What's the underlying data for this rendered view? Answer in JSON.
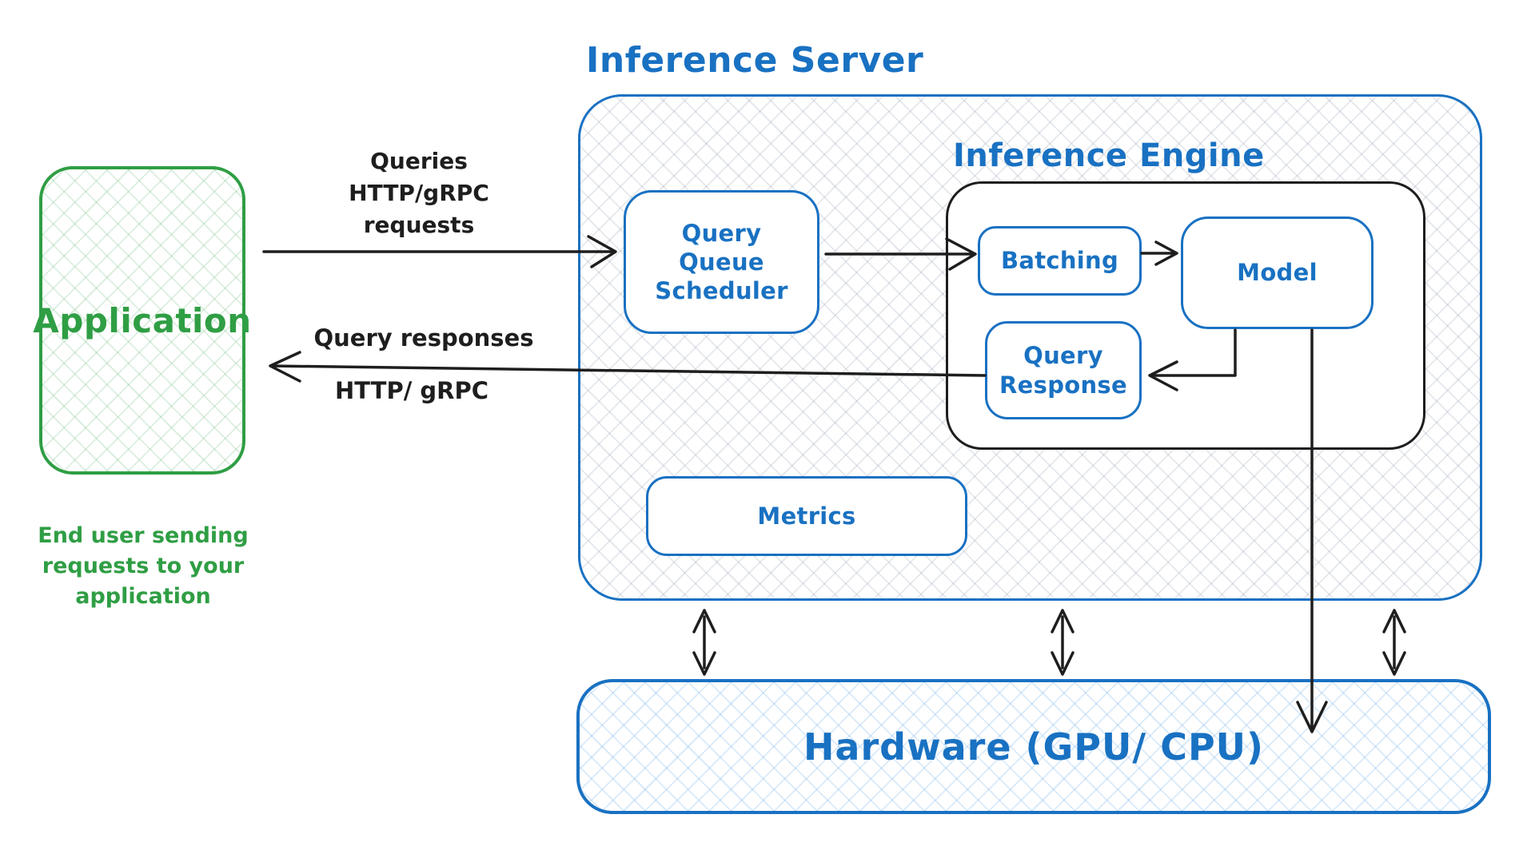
{
  "diagram": {
    "colors": {
      "green": "#2f9e44",
      "blue": "#1971c2",
      "ink": "#1e1e1e"
    },
    "application": {
      "label": "Application",
      "caption_lines": [
        "End user sending",
        "requests to your",
        "application"
      ]
    },
    "request_arrow": {
      "label_lines": [
        "Queries",
        "HTTP/gRPC",
        "requests"
      ]
    },
    "response_arrow": {
      "label_top": "Query responses",
      "label_bottom": "HTTP/ gRPC"
    },
    "inference_server": {
      "title": "Inference Server",
      "query_queue_scheduler": {
        "label_lines": [
          "Query",
          "Queue",
          "Scheduler"
        ]
      },
      "inference_engine": {
        "title": "Inference Engine",
        "batching": {
          "label": "Batching"
        },
        "model": {
          "label": "Model"
        },
        "query_response": {
          "label_lines": [
            "Query",
            "Response"
          ]
        }
      },
      "metrics": {
        "label": "Metrics"
      }
    },
    "hardware": {
      "label": "Hardware (GPU/ CPU)"
    }
  }
}
